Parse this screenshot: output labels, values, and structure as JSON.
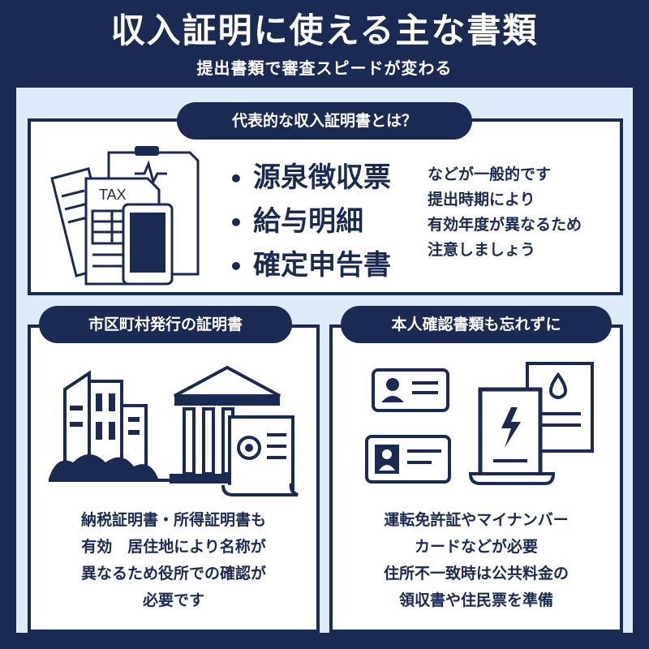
{
  "header": {
    "title": "収入証明に使える主な書類",
    "subtitle": "提出書類で審査スピードが変わる"
  },
  "top_card": {
    "heading": "代表的な収入証明書とは？",
    "documents": [
      "源泉徴収票",
      "給与明細",
      "確定申告書"
    ],
    "bullet": "•",
    "icon_label": "TAX",
    "note_lines": [
      "などが一般的です",
      "提出時期により",
      "有効年度が異なるため",
      "注意しましょう"
    ]
  },
  "left_card": {
    "heading": "市区町村発行の証明書",
    "lines": [
      "納税証明書・所得証明書も",
      "有効　居住地により名称が",
      "異なるため役所での確認が",
      "必要です"
    ]
  },
  "right_card": {
    "heading": "本人確認書類も忘れずに",
    "lines": [
      "運転免許証やマイナンバー",
      "カードなどが必要",
      "住所不一致時は公共料金の",
      "領収書や住民票を準備"
    ]
  },
  "colors": {
    "navy": "#1b2a52",
    "panel": "#dcebf7",
    "white": "#ffffff"
  }
}
